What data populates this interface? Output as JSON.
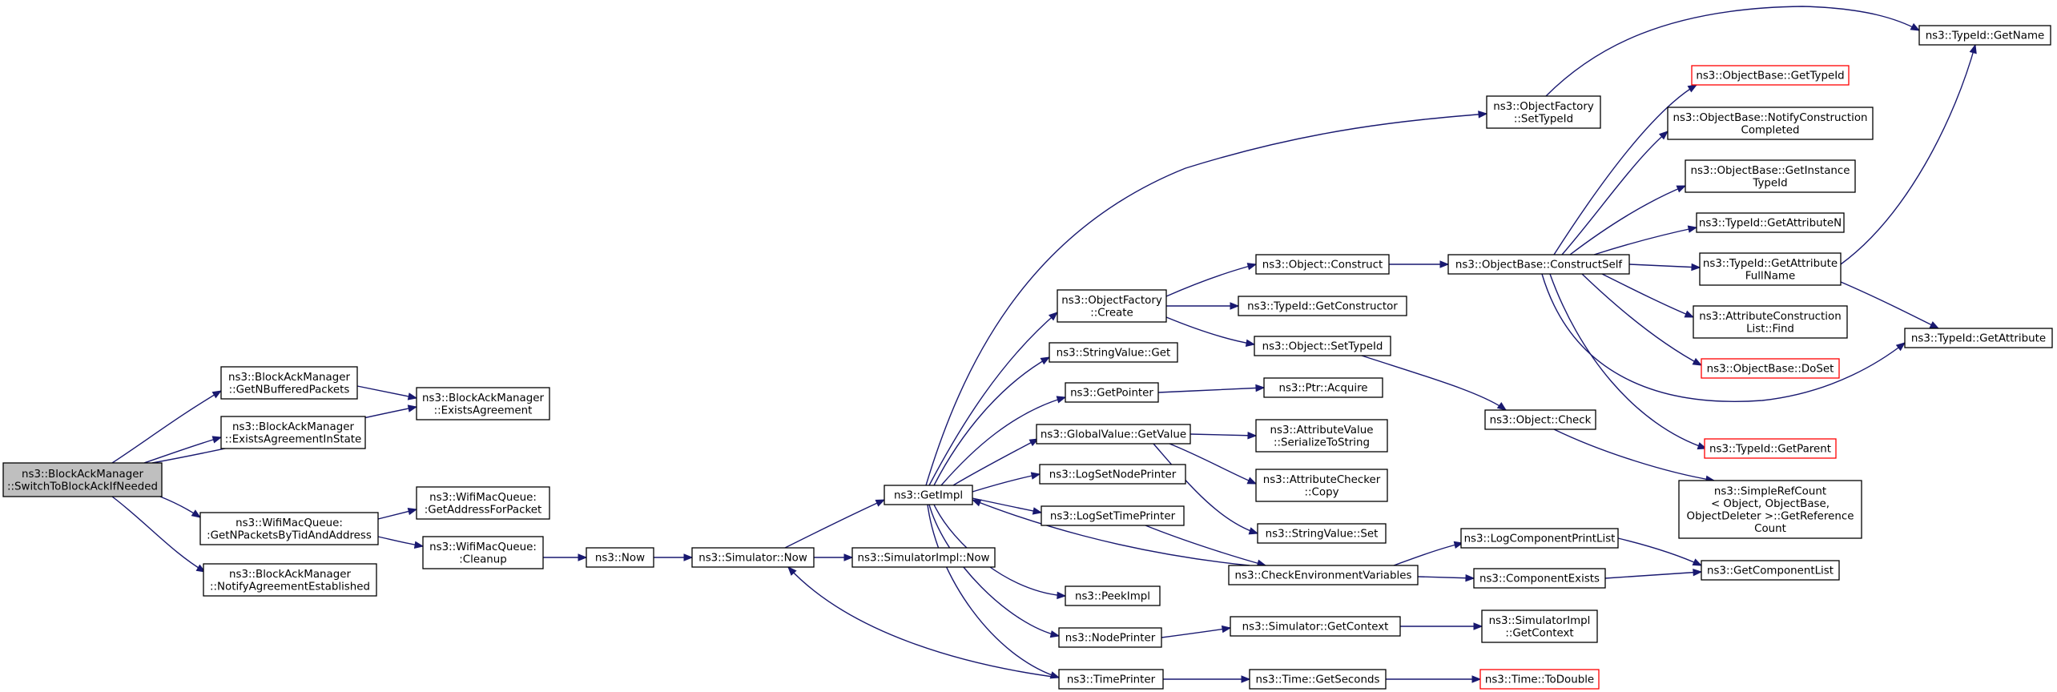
{
  "colors": {
    "edge": "#191970",
    "node_border": "#000000",
    "node_border_external": "#ff0000",
    "root_fill": "#bfbfbf",
    "background": "#ffffff"
  },
  "nodes": {
    "root": {
      "lines": [
        "ns3::BlockAckManager",
        "::SwitchToBlockAckIfNeeded"
      ]
    },
    "bam_getnbuffered": {
      "lines": [
        "ns3::BlockAckManager",
        "::GetNBufferedPackets"
      ]
    },
    "bam_existsinstate": {
      "lines": [
        "ns3::BlockAckManager",
        "::ExistsAgreementInState"
      ]
    },
    "wmq_getnpackets": {
      "lines": [
        "ns3::WifiMacQueue:",
        ":GetNPacketsByTidAndAddress"
      ]
    },
    "bam_notify": {
      "lines": [
        "ns3::BlockAckManager",
        "::NotifyAgreementEstablished"
      ]
    },
    "bam_exists": {
      "lines": [
        "ns3::BlockAckManager",
        "::ExistsAgreement"
      ]
    },
    "wmq_getaddress": {
      "lines": [
        "ns3::WifiMacQueue:",
        ":GetAddressForPacket"
      ]
    },
    "wmq_cleanup": {
      "lines": [
        "ns3::WifiMacQueue:",
        ":Cleanup"
      ]
    },
    "now": {
      "lines": [
        "ns3::Now"
      ]
    },
    "sim_now": {
      "lines": [
        "ns3::Simulator::Now"
      ]
    },
    "simimpl_now": {
      "lines": [
        "ns3::SimulatorImpl::Now"
      ]
    },
    "getimpl": {
      "lines": [
        "ns3::GetImpl"
      ]
    },
    "of_settypeid": {
      "lines": [
        "ns3::ObjectFactory",
        "::SetTypeId"
      ]
    },
    "of_create": {
      "lines": [
        "ns3::ObjectFactory",
        "::Create"
      ]
    },
    "sv_get": {
      "lines": [
        "ns3::StringValue::Get"
      ]
    },
    "getpointer": {
      "lines": [
        "ns3::GetPointer"
      ]
    },
    "gv_getvalue": {
      "lines": [
        "ns3::GlobalValue::GetValue"
      ]
    },
    "logsetnode": {
      "lines": [
        "ns3::LogSetNodePrinter"
      ]
    },
    "logsettime": {
      "lines": [
        "ns3::LogSetTimePrinter"
      ]
    },
    "peekimpl": {
      "lines": [
        "ns3::PeekImpl"
      ]
    },
    "nodeprinter": {
      "lines": [
        "ns3::NodePrinter"
      ]
    },
    "timeprinter": {
      "lines": [
        "ns3::TimePrinter"
      ]
    },
    "obj_construct": {
      "lines": [
        "ns3::Object::Construct"
      ]
    },
    "tid_getconstructor": {
      "lines": [
        "ns3::TypeId::GetConstructor"
      ]
    },
    "obj_settypeid": {
      "lines": [
        "ns3::Object::SetTypeId"
      ]
    },
    "ptr_acquire": {
      "lines": [
        "ns3::Ptr::Acquire"
      ]
    },
    "av_serialize": {
      "lines": [
        "ns3::AttributeValue",
        "::SerializeToString"
      ]
    },
    "ac_copy": {
      "lines": [
        "ns3::AttributeChecker",
        "::Copy"
      ]
    },
    "sv_set": {
      "lines": [
        "ns3::StringValue::Set"
      ]
    },
    "checkenv": {
      "lines": [
        "ns3::CheckEnvironmentVariables"
      ]
    },
    "sim_getcontext": {
      "lines": [
        "ns3::Simulator::GetContext"
      ]
    },
    "time_getseconds": {
      "lines": [
        "ns3::Time::GetSeconds"
      ]
    },
    "ob_constructself": {
      "lines": [
        "ns3::ObjectBase::ConstructSelf"
      ]
    },
    "obj_check": {
      "lines": [
        "ns3::Object::Check"
      ]
    },
    "logcompprintlist": {
      "lines": [
        "ns3::LogComponentPrintList"
      ]
    },
    "compexists": {
      "lines": [
        "ns3::ComponentExists"
      ]
    },
    "simimpl_getcontext": {
      "lines": [
        "ns3::SimulatorImpl",
        "::GetContext"
      ]
    },
    "time_todouble": {
      "lines": [
        "ns3::Time::ToDouble"
      ]
    },
    "ob_gettypeid": {
      "lines": [
        "ns3::ObjectBase::GetTypeId"
      ]
    },
    "ob_notify": {
      "lines": [
        "ns3::ObjectBase::NotifyConstruction",
        "Completed"
      ]
    },
    "ob_getinstance": {
      "lines": [
        "ns3::ObjectBase::GetInstance",
        "TypeId"
      ]
    },
    "tid_getattrn": {
      "lines": [
        "ns3::TypeId::GetAttributeN"
      ]
    },
    "tid_getattrfull": {
      "lines": [
        "ns3::TypeId::GetAttribute",
        "FullName"
      ]
    },
    "acl_find": {
      "lines": [
        "ns3::AttributeConstruction",
        "List::Find"
      ]
    },
    "ob_doset": {
      "lines": [
        "ns3::ObjectBase::DoSet"
      ]
    },
    "tid_getparent": {
      "lines": [
        "ns3::TypeId::GetParent"
      ]
    },
    "srefcount": {
      "lines": [
        "ns3::SimpleRefCount",
        "< Object, ObjectBase,",
        "ObjectDeleter >::GetReference",
        "Count"
      ]
    },
    "getcomplist": {
      "lines": [
        "ns3::GetComponentList"
      ]
    },
    "tid_getname": {
      "lines": [
        "ns3::TypeId::GetName"
      ]
    },
    "tid_getattr": {
      "lines": [
        "ns3::TypeId::GetAttribute"
      ]
    }
  }
}
